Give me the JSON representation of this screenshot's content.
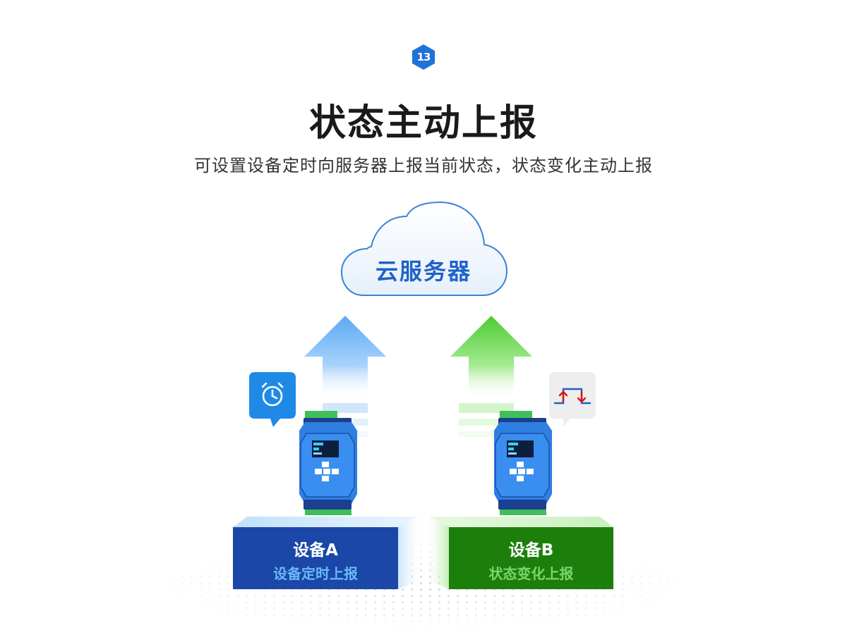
{
  "badge": {
    "text": "13"
  },
  "header": {
    "title": "状态主动上报",
    "subtitle": "可设置设备定时向服务器上报当前状态，状态变化主动上报"
  },
  "cloud": {
    "label": "云服务器"
  },
  "devices": [
    {
      "title": "设备A",
      "subtitle": "设备定时上报",
      "icon": "alarm-clock-icon",
      "arrow_color": "#6fb6f5",
      "platform_color": "#1a47a8"
    },
    {
      "title": "设备B",
      "subtitle": "状态变化上报",
      "icon": "state-change-icon",
      "arrow_color": "#4fcf3a",
      "platform_color": "#1d7f0b"
    }
  ]
}
